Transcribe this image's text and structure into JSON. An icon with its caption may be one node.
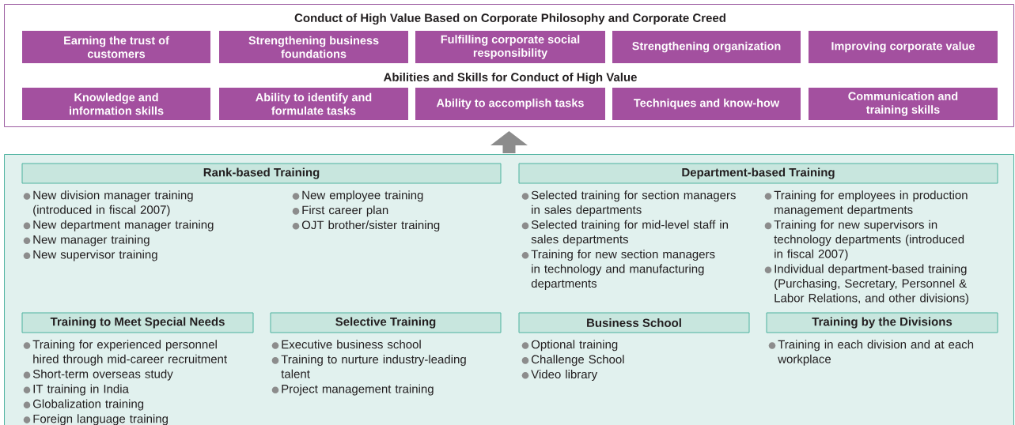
{
  "diagram": {
    "nodes": [
      {
        "text": [
          "Conduct of High Value Based on Corporate Philosophy and Corporate Creed",
          "Abilities and Skills for Conduct of High Value"
        ]
      },
      {
        "text": [
          "Earning the trust of customers"
        ],
        "in": 0
      },
      {
        "text": [
          "Strengthening business foundations"
        ],
        "in": 0
      },
      {
        "text": [
          "Fulfilling corporate social responsibility"
        ],
        "in": 0
      },
      {
        "text": [
          "Strengthening organization"
        ],
        "in": 0
      },
      {
        "text": [
          "Improving corporate value"
        ],
        "in": 0
      },
      {
        "text": [
          "Knowledge and information skills"
        ],
        "in": 0
      },
      {
        "text": [
          "Ability to identify and formulate tasks"
        ],
        "in": 0
      },
      {
        "text": [
          "Ability to accomplish tasks"
        ],
        "in": 0
      },
      {
        "text": [
          "Techniques and know-how"
        ],
        "in": 0
      },
      {
        "text": [
          "Communication and training skills"
        ],
        "in": 0
      },
      {
        "text": [],
        "shape": "box"
      },
      {
        "text": [
          "Rank-based Training"
        ],
        "in": 11,
        "beside": [
          "New division manager training (introduced in fiscal 2007)",
          "New department manager training",
          "New manager training",
          "New supervisor training",
          "New employee training",
          "First career plan",
          "OJT brother/sister training"
        ]
      },
      {
        "text": [
          "Department-based Training"
        ],
        "in": 11,
        "beside": [
          "Selected training for section managers in sales departments",
          "Selected training for mid-level staff in sales departments",
          "Training for new section managers in technology and manufacturing departments",
          "Training for employees in production management departments",
          "Training for new supervisors in technology departments (introduced in fiscal 2007)",
          "Individual department-based training (Purchasing, Secretary, Personnel & Labor Relations, and other divisions)"
        ]
      },
      {
        "text": [
          "Training to Meet Special Needs"
        ],
        "in": 11,
        "beside": [
          "Training for experienced personnel hired through mid-career recruitment",
          "Short-term overseas study",
          "IT training in India",
          "Globalization training",
          "Foreign language training"
        ]
      },
      {
        "text": [
          "Selective Training"
        ],
        "in": 11,
        "beside": [
          "Executive business school",
          "Training to nurture industry-leading talent",
          "Project management training"
        ]
      },
      {
        "text": [
          "Business School"
        ],
        "in": 11,
        "beside": [
          "Optional training",
          "Challenge School",
          "Video library"
        ]
      },
      {
        "text": [
          "Training by the Divisions"
        ],
        "in": 11,
        "beside": [
          "Training in each division and at each workplace"
        ]
      }
    ],
    "edges": [
      {
        "from": 11,
        "to": 0,
        "arrow": "to"
      }
    ]
  }
}
